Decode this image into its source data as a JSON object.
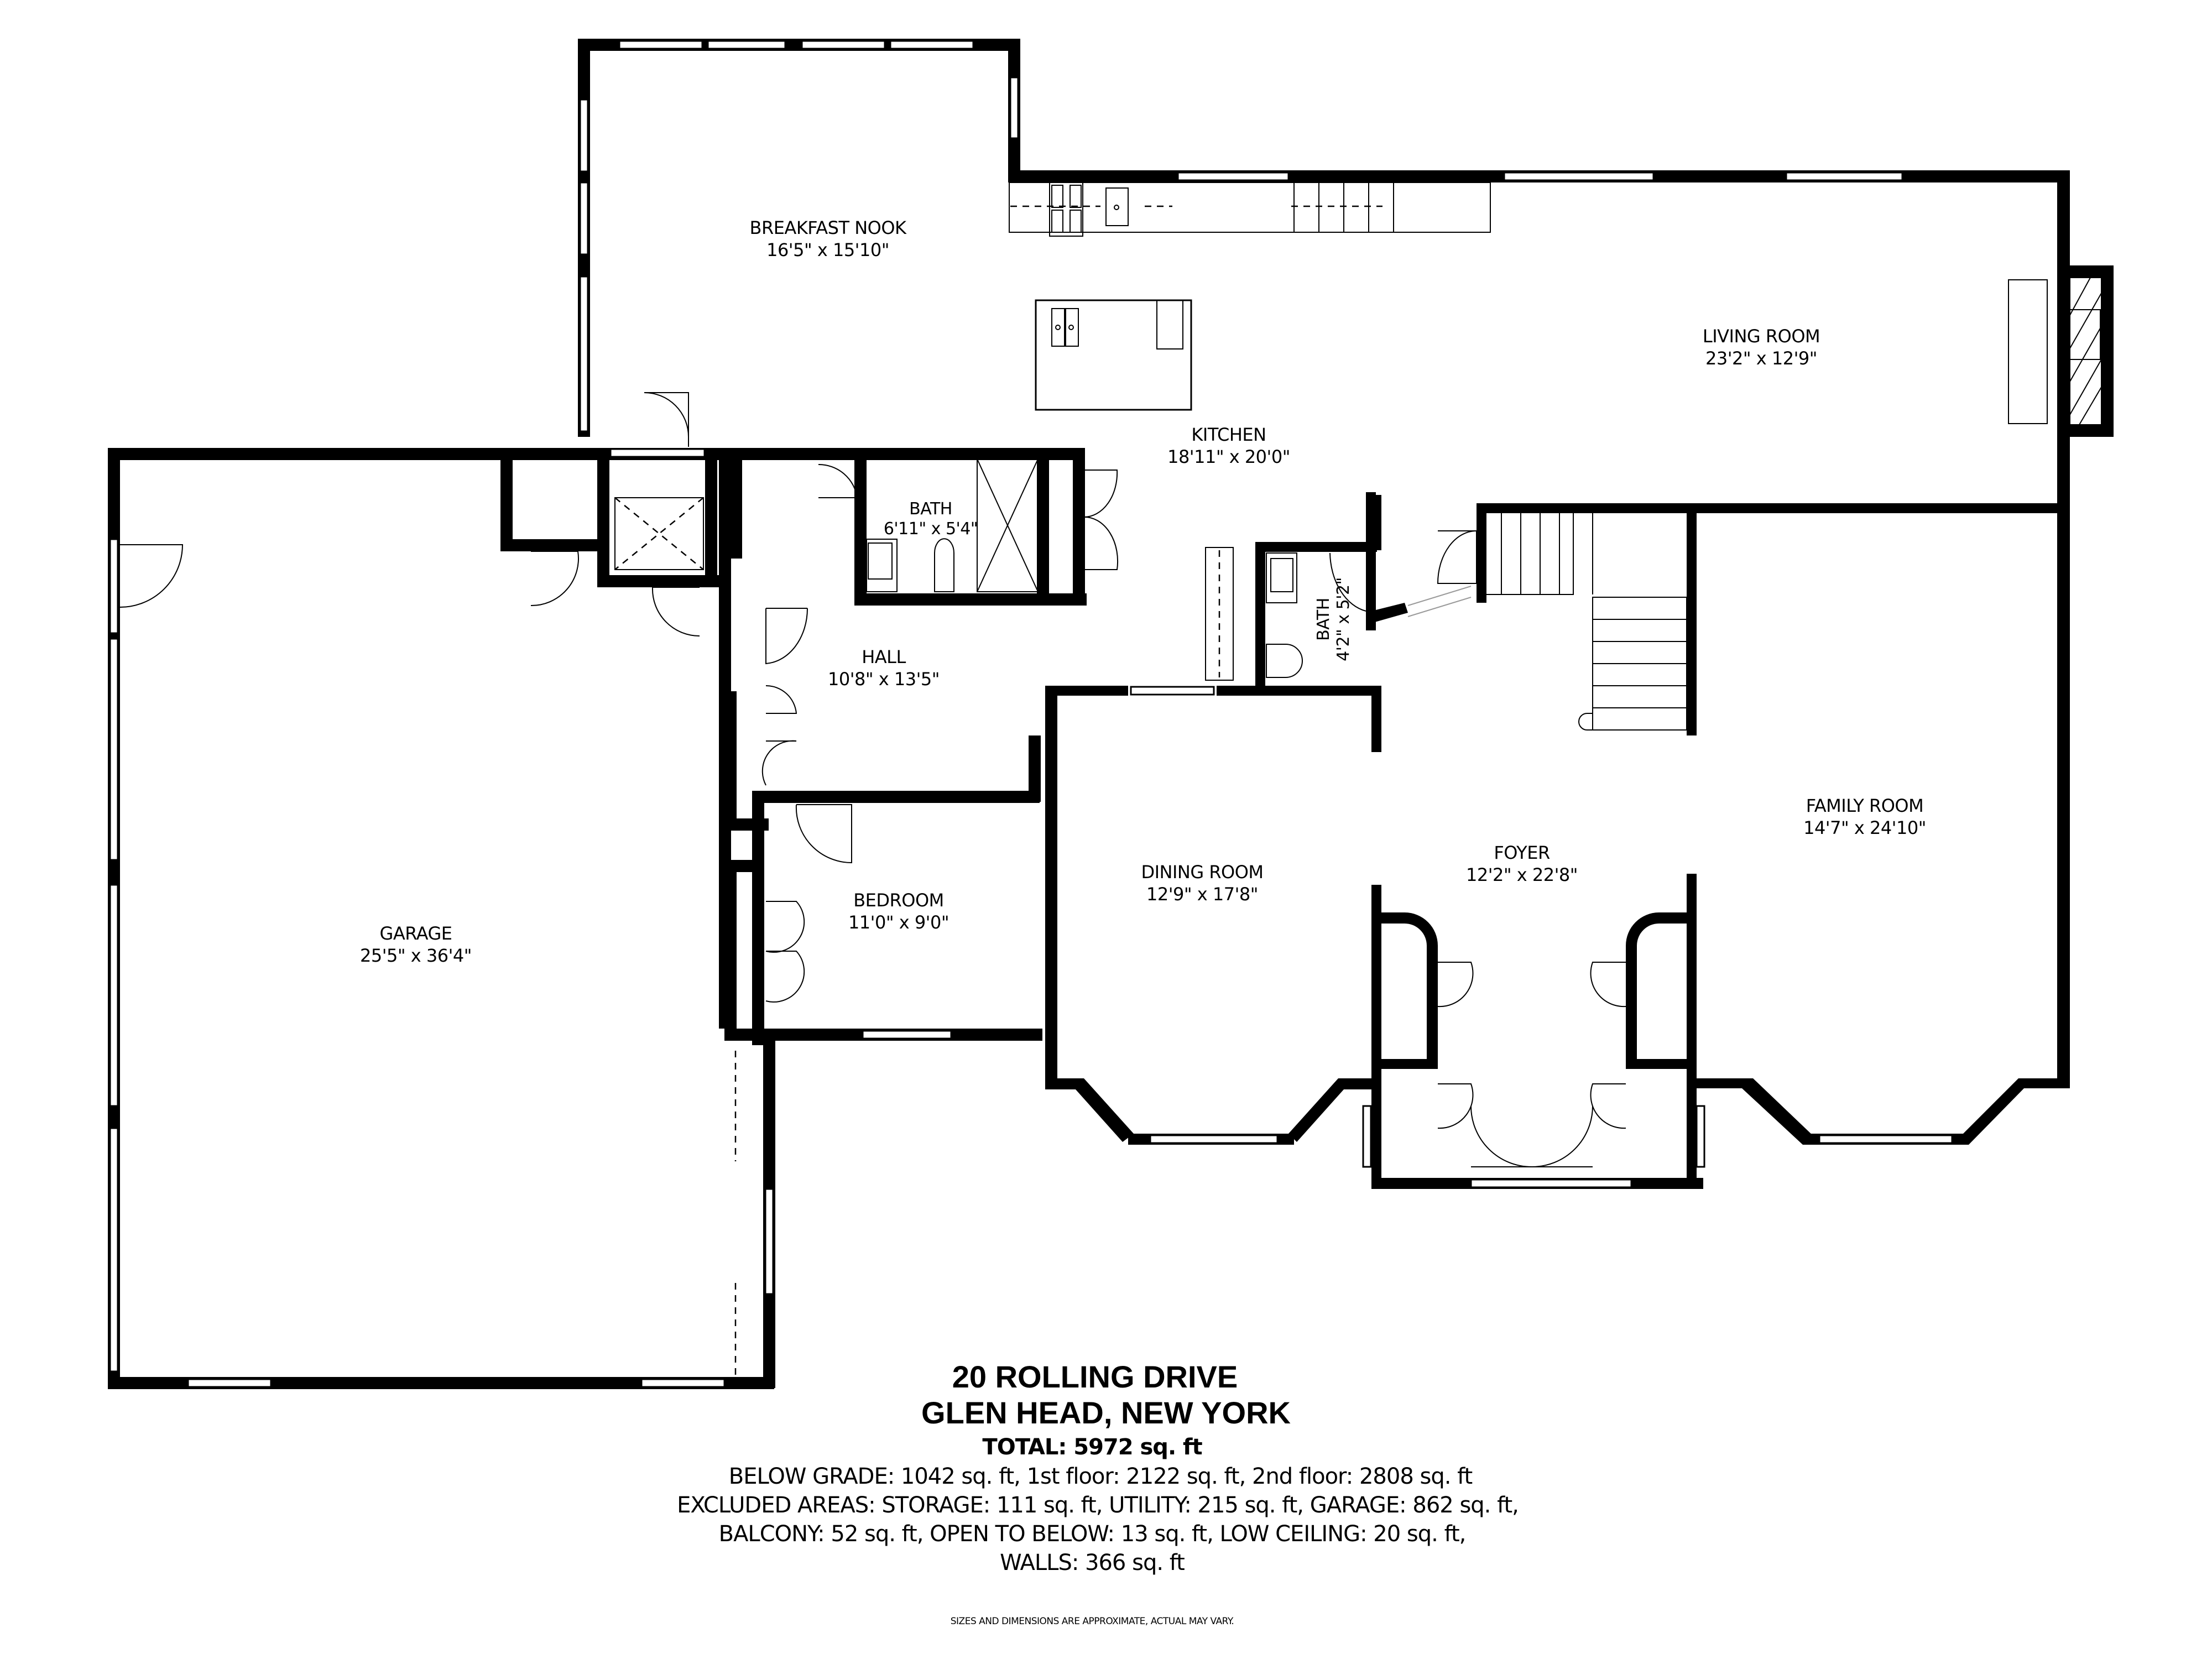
{
  "plan": {
    "rooms": [
      {
        "id": "breakfast-nook",
        "name": "BREAKFAST NOOK",
        "dims": "16'5\" x 15'10\""
      },
      {
        "id": "living-room",
        "name": "LIVING ROOM",
        "dims": "23'2\" x 12'9\""
      },
      {
        "id": "kitchen",
        "name": "KITCHEN",
        "dims": "18'11\" x 20'0\""
      },
      {
        "id": "bath-1",
        "name": "BATH",
        "dims": "6'11\" x 5'4\""
      },
      {
        "id": "bath-2",
        "name": "BATH",
        "dims": "4'2\" x 5'2\""
      },
      {
        "id": "hall",
        "name": "HALL",
        "dims": "10'8\" x 13'5\""
      },
      {
        "id": "bedroom",
        "name": "BEDROOM",
        "dims": "11'0\" x 9'0\""
      },
      {
        "id": "dining-room",
        "name": "DINING ROOM",
        "dims": "12'9\" x 17'8\""
      },
      {
        "id": "foyer",
        "name": "FOYER",
        "dims": "12'2\" x 22'8\""
      },
      {
        "id": "family-room",
        "name": "FAMILY ROOM",
        "dims": "14'7\" x 24'10\""
      },
      {
        "id": "garage",
        "name": "GARAGE",
        "dims": "25'5\" x 36'4\""
      }
    ],
    "fixtures": [
      "kitchen-range",
      "kitchen-sink",
      "kitchen-island",
      "island-double-sink",
      "fireplace",
      "staircase",
      "shower",
      "toilet",
      "vanity"
    ]
  },
  "footer": {
    "address_line1": "20 ROLLING DRIVE",
    "address_line2": "GLEN HEAD, NEW YORK",
    "total": "TOTAL: 5972 sq. ft",
    "areas_line1": "BELOW GRADE: 1042 sq. ft, 1st floor: 2122 sq. ft, 2nd floor: 2808 sq. ft",
    "areas_line2": "EXCLUDED AREAS: STORAGE: 111 sq. ft, UTILITY: 215 sq. ft, GARAGE: 862 sq. ft,",
    "areas_line3": "BALCONY: 52 sq. ft, OPEN TO BELOW: 13 sq. ft, LOW CEILING: 20 sq. ft,",
    "areas_line4": "WALLS: 366 sq. ft",
    "disclaimer": "SIZES AND DIMENSIONS ARE APPROXIMATE, ACTUAL MAY VARY."
  },
  "colors": {
    "wall": "#000000",
    "background": "#ffffff",
    "fixture_line": "#000000"
  }
}
